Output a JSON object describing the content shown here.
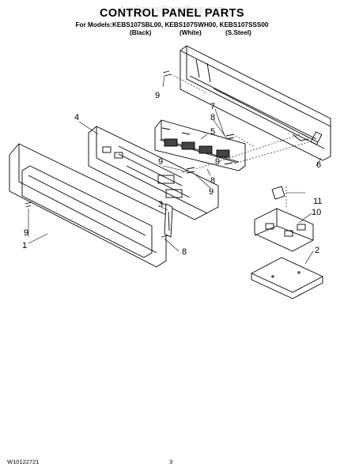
{
  "header": {
    "title": "CONTROL PANEL PARTS",
    "watermark": "AppliancePartsPros.com",
    "models_line": "For Models:KEBS107SBL00, KEBS107SWH00, KEBS107SSS00",
    "variants": [
      "(Black)",
      "(White)",
      "(S.Steel)"
    ]
  },
  "callouts": [
    "1",
    "2",
    "3",
    "4",
    "5",
    "6",
    "7",
    "8",
    "8",
    "8",
    "9",
    "9",
    "9",
    "9",
    "9",
    "10",
    "11"
  ],
  "footer": {
    "doc_number": "W10122721",
    "page_number": "3"
  }
}
